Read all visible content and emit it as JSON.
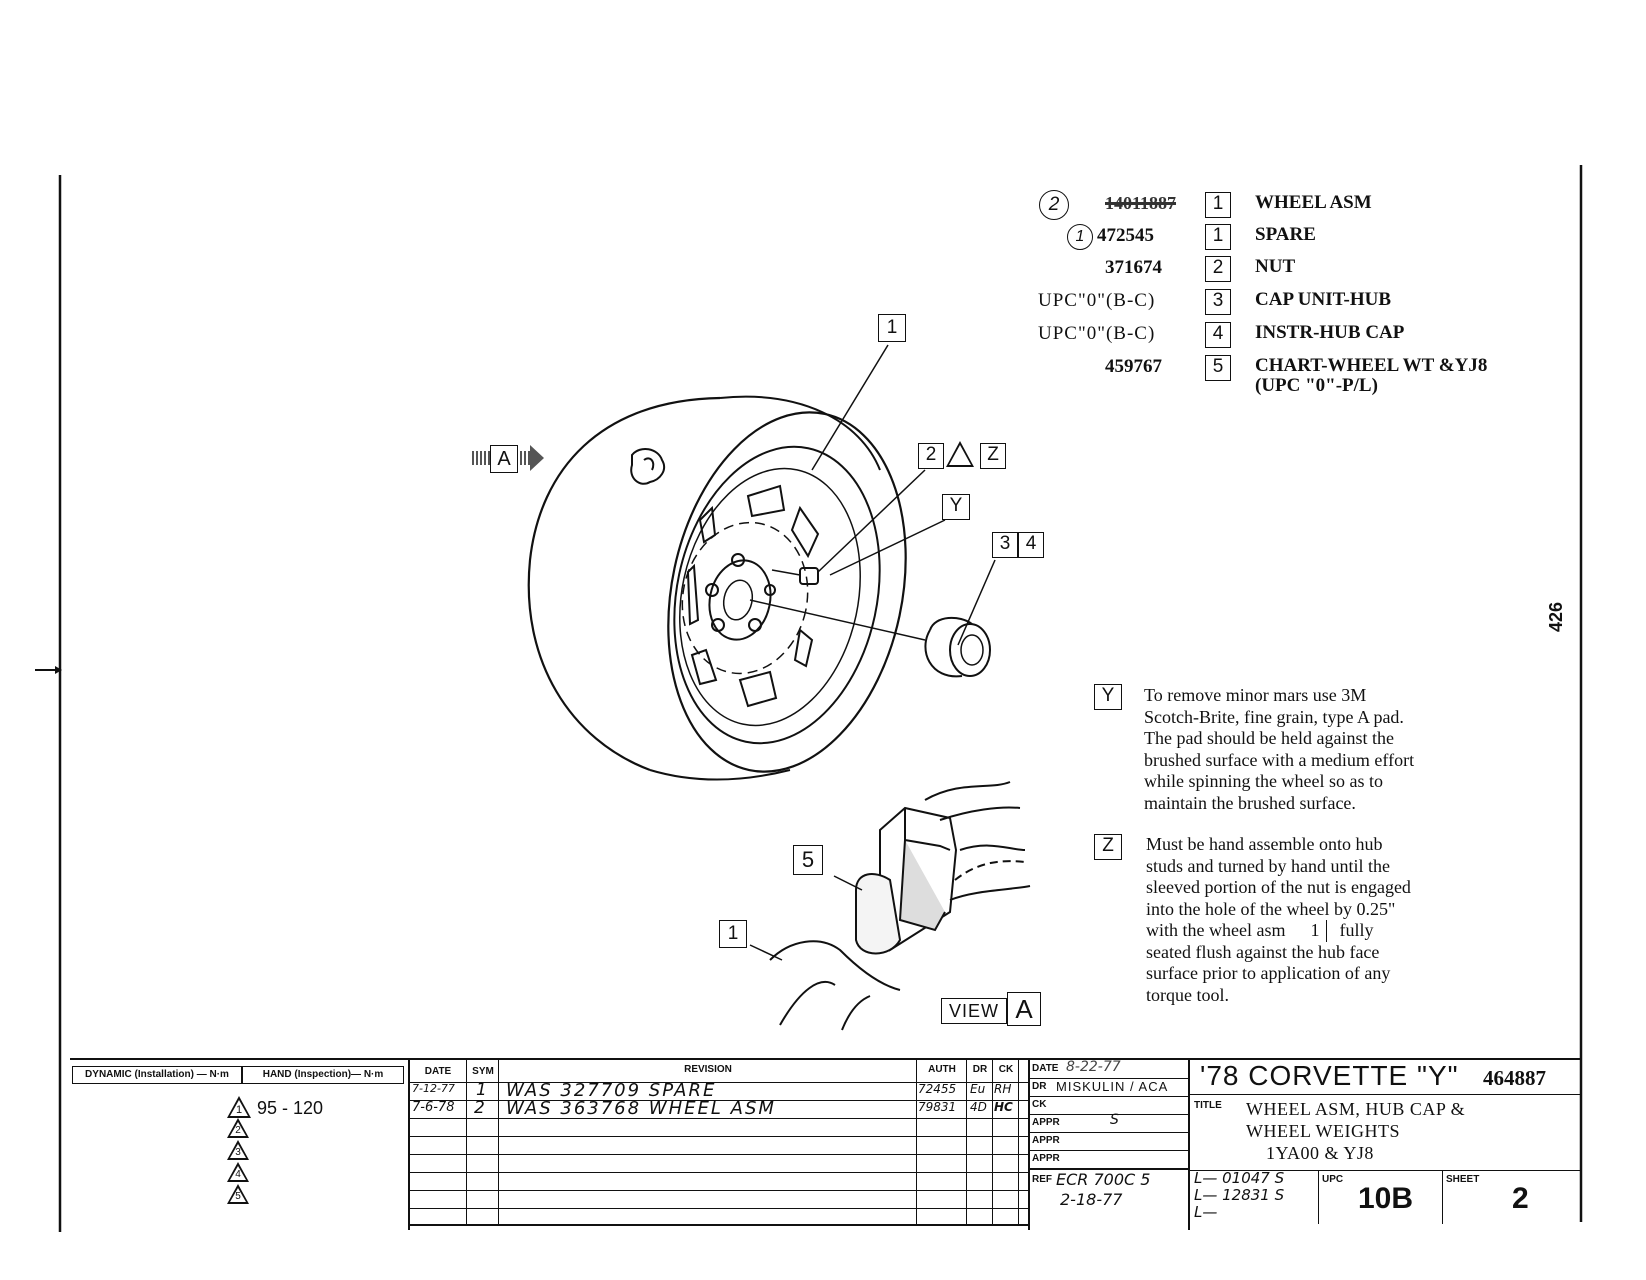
{
  "parts_list": [
    {
      "sym": "2",
      "part": "14011887",
      "item": "1",
      "desc": "WHEEL ASM",
      "desc2": ""
    },
    {
      "sym": "1",
      "part": "472545",
      "item": "1",
      "desc": "SPARE",
      "desc2": ""
    },
    {
      "sym": "",
      "part": "371674",
      "item": "2",
      "desc": "NUT",
      "desc2": ""
    },
    {
      "sym": "",
      "part": "UPC\"0\"(B-C)",
      "item": "3",
      "desc": "CAP UNIT-HUB",
      "desc2": ""
    },
    {
      "sym": "",
      "part": "UPC\"0\"(B-C)",
      "item": "4",
      "desc": "INSTR-HUB CAP",
      "desc2": ""
    },
    {
      "sym": "",
      "part": "459767",
      "item": "5",
      "desc": "CHART-WHEEL WT &YJ8",
      "desc2": "(UPC \"0\"-P/L)"
    }
  ],
  "callouts": {
    "c1_top": "1",
    "c2": "2",
    "tri_z_tri": "△",
    "c_z": "Z",
    "c_y": "Y",
    "c3": "3",
    "c4": "4",
    "c_a": "A",
    "c5": "5",
    "c1_bottom": "1",
    "view_label": "VIEW",
    "view_letter": "A"
  },
  "page_number": "426",
  "notes": {
    "y": {
      "marker": "Y",
      "lines": [
        "To remove minor mars use 3M",
        "Scotch-Brite, fine grain, type A pad.",
        "The pad should be held against the",
        "brushed surface with a medium effort",
        "while spinning the wheel so as to",
        "maintain the brushed surface."
      ]
    },
    "z": {
      "marker": "Z",
      "lines": [
        "Must be hand assemble onto hub",
        "studs and turned by hand until the",
        "sleeved portion of the nut is engaged",
        "into the hole of the wheel by 0.25\"",
        "with the wheel asm",
        "fully",
        "seated flush against the hub face",
        "surface prior to application of any",
        "torque tool."
      ],
      "inline_ref": "1"
    }
  },
  "torque": {
    "dynamic_header": "DYNAMIC (Installation) — N·m",
    "hand_header": "HAND (Inspection)— N·m",
    "rows": [
      {
        "n": "1",
        "value": "95 - 120"
      },
      {
        "n": "2",
        "value": ""
      },
      {
        "n": "3",
        "value": ""
      },
      {
        "n": "4",
        "value": ""
      },
      {
        "n": "5",
        "value": ""
      }
    ]
  },
  "revisions": {
    "headers": {
      "date": "DATE",
      "sym": "SYM",
      "revision": "REVISION",
      "auth": "AUTH",
      "dr": "DR",
      "ck": "CK"
    },
    "rows": [
      {
        "date": "7-12-77",
        "sym": "1",
        "revision": "WAS 327709 SPARE",
        "auth": "72455",
        "dr": "Eu",
        "ck": "RH"
      },
      {
        "date": "7-6-78",
        "sym": "2",
        "revision": "WAS 363768 WHEEL ASM",
        "auth": "79831",
        "dr": "4D",
        "ck": "HC"
      }
    ]
  },
  "approvals": {
    "date_label": "DATE",
    "date_value": "8-22-77",
    "dr_label": "DR",
    "dr_value": "MISKULIN / ACA",
    "ck_label": "CK",
    "ck_value": "",
    "appr1_label": "APPR",
    "appr1_value": "S",
    "appr2_label": "APPR",
    "appr3_label": "APPR",
    "ref_label": "REF",
    "ref_value": "ECR 700C 5",
    "ref_date": "2-18-77"
  },
  "title_block": {
    "model": "'78 CORVETTE \"Y\"",
    "drawing_number": "464887",
    "title_label": "TITLE",
    "title_lines": [
      "WHEEL ASM, HUB CAP &",
      "WHEEL WEIGHTS",
      "1YA00 & YJ8"
    ],
    "l_numbers": [
      "L— 01047 S",
      "L— 12831 S",
      "L—"
    ],
    "upc_label": "UPC",
    "upc_value": "10B",
    "sheet_label": "SHEET",
    "sheet_value": "2"
  }
}
